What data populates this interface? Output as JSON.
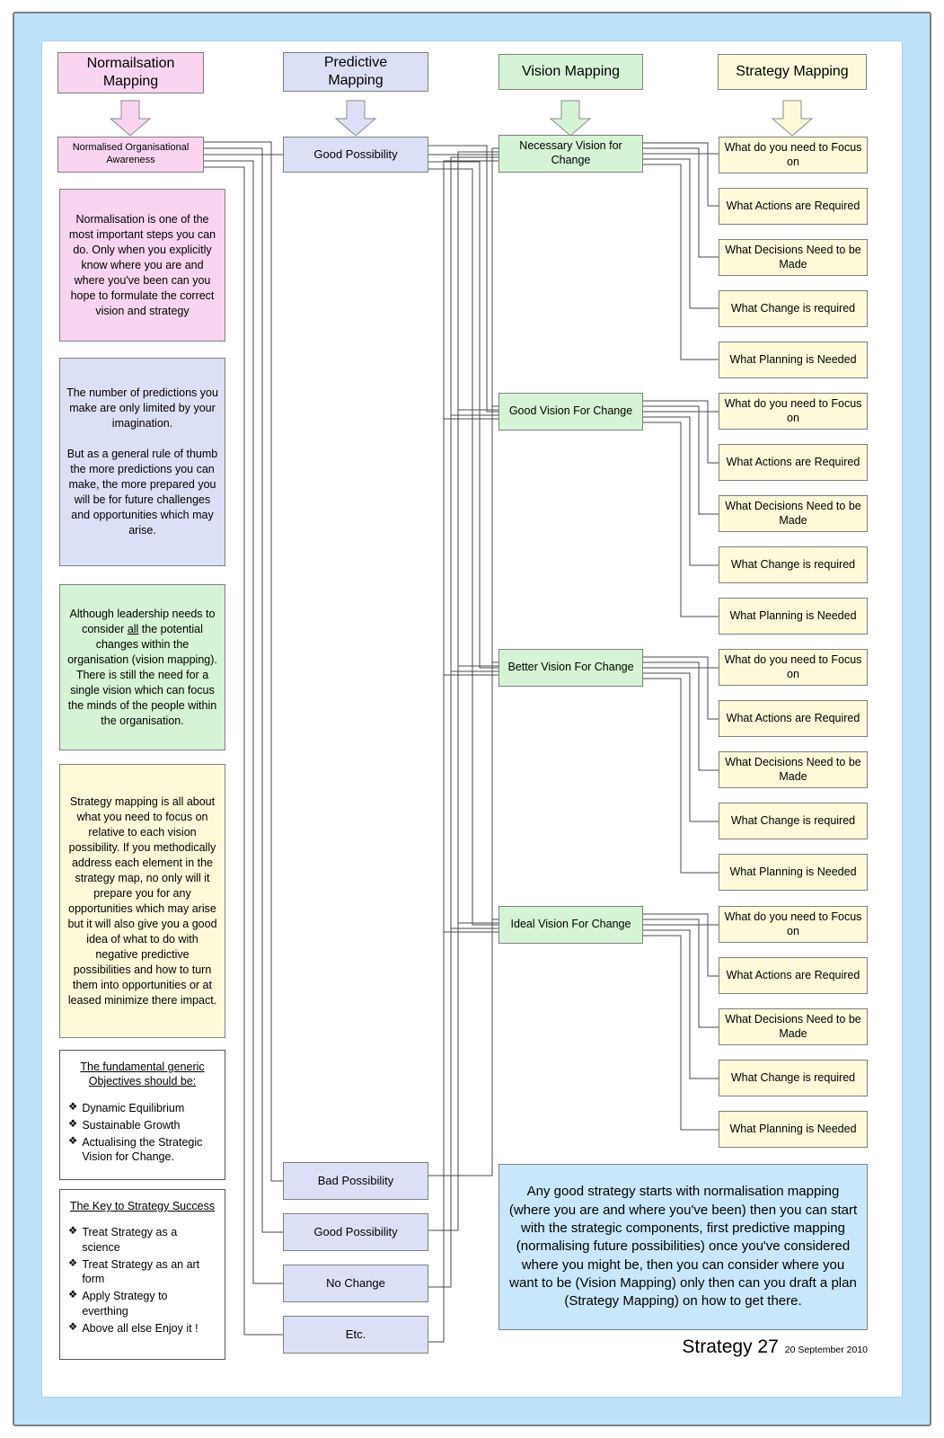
{
  "headers": [
    {
      "label": "Normailsation\nMapping"
    },
    {
      "label": "Predictive\nMapping"
    },
    {
      "label": "Vision Mapping"
    },
    {
      "label": "Strategy Mapping"
    }
  ],
  "colors": {
    "pink": "#f8d4f0",
    "lavender": "#dce0f6",
    "green": "#d5f3d5",
    "yellow": "#fcfad9",
    "note_blue": "#c8e7fa",
    "frame_blue": "#bee2f9",
    "line": "#4a4a4a"
  },
  "normalisation": {
    "awareness": "Normalised Organisational Awareness",
    "note_pink": "Normalisation is one of the most important steps you can do.  Only when you explicitly know where you are and where you've been can you hope to formulate the correct vision and strategy",
    "note_predictive": {
      "p1": "The number of predictions you make are only limited by your imagination.",
      "p2": "But as a general rule of thumb the more predictions you can make, the more prepared you will be for future challenges and opportunities which may arise."
    },
    "note_vision": {
      "pre": "Although leadership needs to consider ",
      "underlined": "all",
      "post": " the potential changes within the organisation (vision mapping). There is still the need for a single vision which can focus the minds of the people within the organisation."
    },
    "note_strategy": "Strategy mapping is all about what you need to focus on relative to each vision possibility.  If you methodically address each element in the strategy map, no only will it prepare you for any opportunities which may arise but it will also give you a good idea of what to do with negative predictive possibilities and how to turn them into opportunities or at leased minimize there impact.",
    "objectives": {
      "title": "The fundamental generic Objectives should be:",
      "bullet": "❖",
      "items": [
        "Dynamic Equilibrium",
        "Sustainable Growth",
        "Actualising the Strategic Vision for Change."
      ]
    },
    "key_to_success": {
      "title": "The Key to Strategy Success",
      "bullet": "❖",
      "items": [
        "Treat Strategy as a science",
        "Treat Strategy as an art form",
        "Apply Strategy to everthing",
        "Above all else Enjoy it !"
      ]
    }
  },
  "predictive": {
    "top": "Good Possibility",
    "bottom": [
      "Bad Possibility",
      "Good Possibility",
      "No Change",
      "Etc."
    ]
  },
  "vision": [
    "Necessary Vision for Change",
    "Good Vision For Change",
    "Better Vision For Change",
    "Ideal Vision For Change"
  ],
  "strategy_items": [
    "What do you need to Focus on",
    "What Actions are Required",
    "What Decisions Need to be Made",
    "What Change is required",
    "What Planning is Needed"
  ],
  "summary_note": "Any good strategy starts with normalisation mapping (where you are and where you've been) then you can start with the strategic components, first predictive mapping (normalising future possibilities) once you've considered where you might be, then you can consider where you want to be (Vision Mapping) only then can you draft a plan (Strategy Mapping) on how to get there.",
  "footer": {
    "title": "Strategy 27",
    "date": "20 September 2010"
  }
}
